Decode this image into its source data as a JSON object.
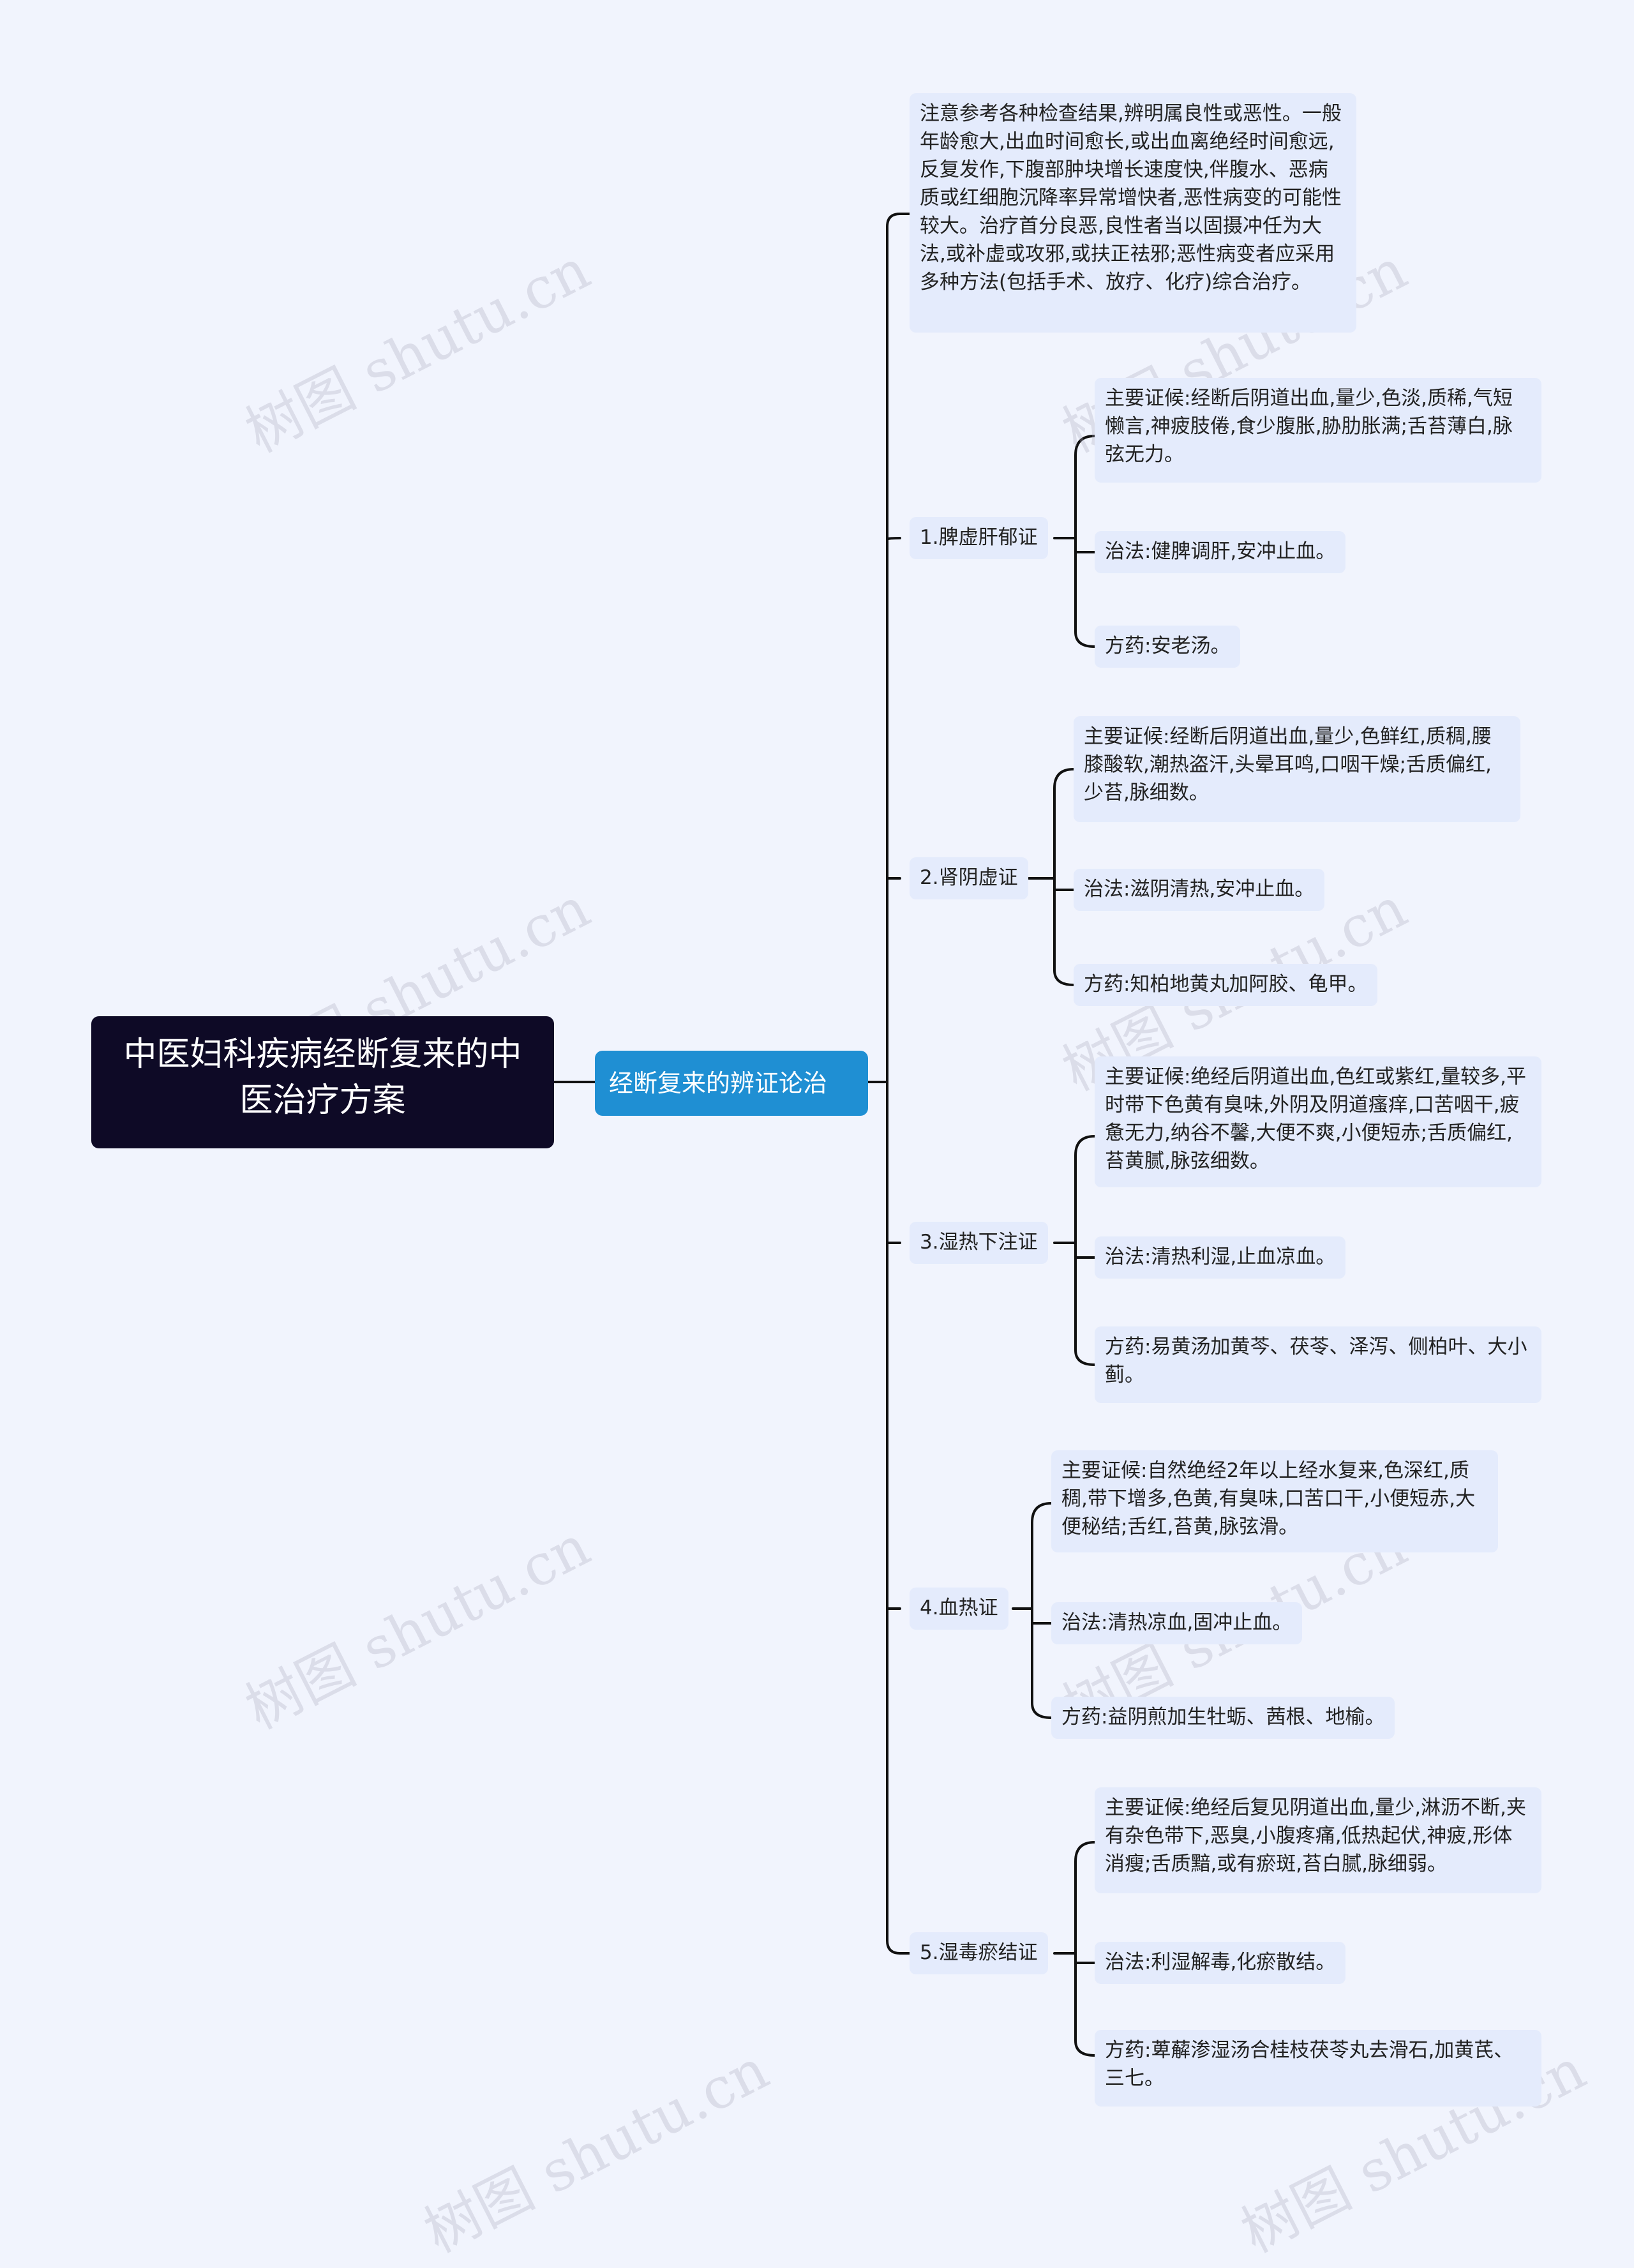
{
  "root": {
    "title": "中医妇科疾病经断复来的中医治疗方案"
  },
  "subtopic": {
    "label": "经断复来的辨证论治"
  },
  "note": {
    "text": "注意参考各种检查结果,辨明属良性或恶性。一般年龄愈大,出血时间愈长,或出血离绝经时间愈远,反复发作,下腹部肿块增长速度快,伴腹水、恶病质或红细胞沉降率异常增快者,恶性病变的可能性较大。治疗首分良恶,良性者当以固摄冲任为大法,或补虚或攻邪,或扶正祛邪;恶性病变者应采用多种方法(包括手术、放疗、化疗)综合治疗。"
  },
  "syndromes": [
    {
      "label": "1.脾虚肝郁证",
      "symptoms": "主要证候:经断后阴道出血,量少,色淡,质稀,气短懒言,神疲肢倦,食少腹胀,胁肋胀满;舌苔薄白,脉弦无力。",
      "method": "治法:健脾调肝,安冲止血。",
      "formula": "方药:安老汤。"
    },
    {
      "label": "2.肾阴虚证",
      "symptoms": "主要证候:经断后阴道出血,量少,色鲜红,质稠,腰膝酸软,潮热盗汗,头晕耳鸣,口咽干燥;舌质偏红,少苔,脉细数。",
      "method": "治法:滋阴清热,安冲止血。",
      "formula": "方药:知柏地黄丸加阿胶、龟甲。"
    },
    {
      "label": "3.湿热下注证",
      "symptoms": "主要证候:绝经后阴道出血,色红或紫红,量较多,平时带下色黄有臭味,外阴及阴道瘙痒,口苦咽干,疲惫无力,纳谷不馨,大便不爽,小便短赤;舌质偏红,苔黄腻,脉弦细数。",
      "method": "治法:清热利湿,止血凉血。",
      "formula": "方药:易黄汤加黄芩、茯苓、泽泻、侧柏叶、大小蓟。"
    },
    {
      "label": "4.血热证",
      "symptoms": "主要证候:自然绝经2年以上经水复来,色深红,质稠,带下增多,色黄,有臭味,口苦口干,小便短赤,大便秘结;舌红,苔黄,脉弦滑。",
      "method": "治法:清热凉血,固冲止血。",
      "formula": "方药:益阴煎加生牡蛎、茜根、地榆。"
    },
    {
      "label": "5.湿毒瘀结证",
      "symptoms": "主要证候:绝经后复见阴道出血,量少,淋沥不断,夹有杂色带下,恶臭,小腹疼痛,低热起伏,神疲,形体消瘦;舌质黯,或有瘀斑,苔白腻,脉细弱。",
      "method": "治法:利湿解毒,化瘀散结。",
      "formula": "方药:萆薢渗湿汤合桂枝茯苓丸去滑石,加黄芪、三七。"
    }
  ],
  "watermark": "树图 shutu.cn",
  "colors": {
    "background": "#f1f4fd",
    "root": "#0e0a26",
    "subtopic": "#1f8fd3",
    "leaf": "#e4ebfc",
    "line": "#111111"
  }
}
